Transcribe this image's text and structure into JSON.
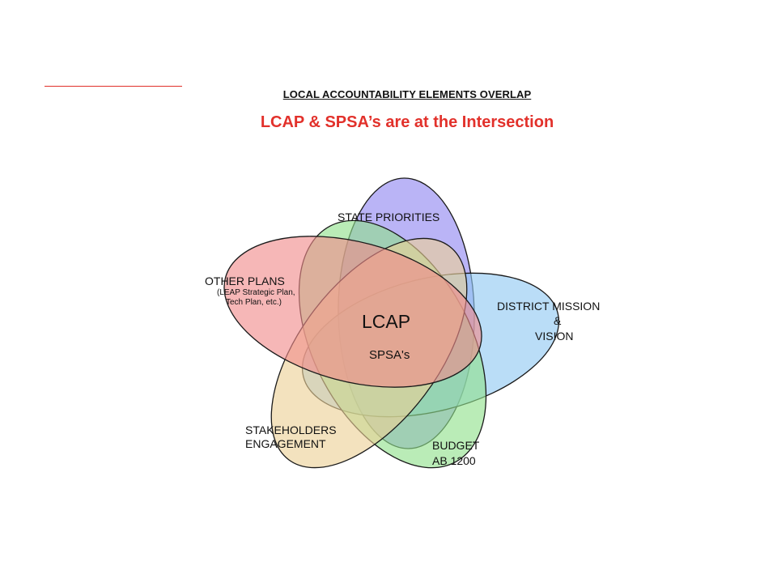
{
  "header": {
    "subtitle": "LOCAL ACCOUNTABILITY ELEMENTS OVERLAP",
    "title": "LCAP & SPSA’s are at the Intersection"
  },
  "diagram": {
    "center_label": "LCAP",
    "center_sublabel": "SPSA's",
    "sets": [
      {
        "id": "state",
        "label_lines": [
          "STATE PRIORITIES"
        ],
        "color": "#8f86f0"
      },
      {
        "id": "district",
        "label_lines": [
          "DISTRICT MISSION",
          "&",
          "VISION"
        ],
        "color": "#8fc8f2"
      },
      {
        "id": "budget",
        "label_lines": [
          "BUDGET",
          "AB 1200"
        ],
        "color": "#8fe08a"
      },
      {
        "id": "stakeholders",
        "label_lines": [
          "STAKEHOLDERS",
          "ENGAGEMENT"
        ],
        "color": "#ecd196"
      },
      {
        "id": "other",
        "label_lines": [
          "OTHER PLANS"
        ],
        "sub_lines": [
          "(LEAP Strategic Plan,",
          "Tech Plan, etc.)"
        ],
        "color": "#f08a8a"
      }
    ]
  }
}
